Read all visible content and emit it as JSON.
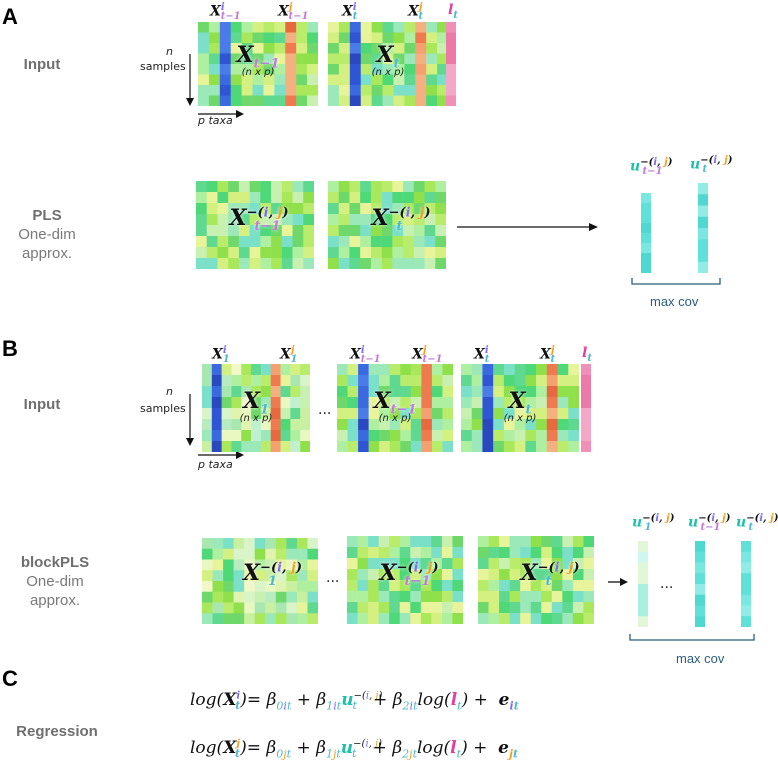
{
  "panels": {
    "A": {
      "letter": "A",
      "input_label": "Input",
      "pls_label": "PLS",
      "pls_sub1": "One-dim",
      "pls_sub2": "approx.",
      "n_label": "n",
      "samples_label": "samples",
      "p_taxa_label": "p taxa",
      "max_cov": "max cov"
    },
    "B": {
      "letter": "B",
      "input_label": "Input",
      "pls_label": "blockPLS",
      "pls_sub1": "One-dim",
      "pls_sub2": "approx.",
      "n_label": "n",
      "samples_label": "samples",
      "p_taxa_label": "p taxa",
      "ellipsis": "...",
      "max_cov": "max cov"
    },
    "C": {
      "letter": "C",
      "label": "Regression"
    }
  },
  "matrix_dim": "(n x p)",
  "colors": {
    "col_i": "#3b5fd9",
    "col_j": "#f07a50",
    "l_vector": "#f08fb8",
    "u_vector": "#5fe0d8",
    "bracket": "#2a5d7a"
  }
}
